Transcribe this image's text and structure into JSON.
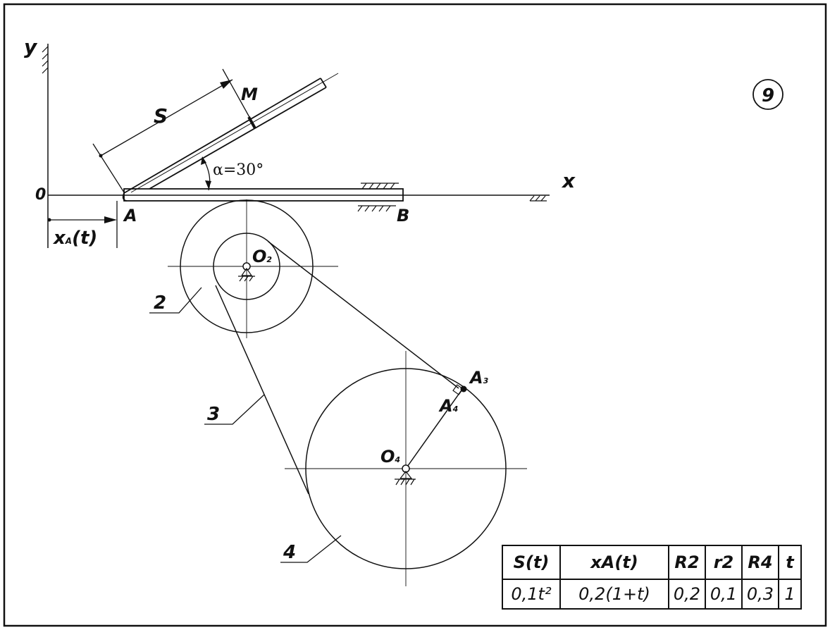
{
  "variant_number": "9",
  "labels": {
    "y_axis": "y",
    "x_axis": "x",
    "origin": "0",
    "point_A": "A",
    "point_B": "B",
    "point_M": "M",
    "distance_s": "S",
    "angle": "α=30°",
    "xA": "x",
    "xA_sub": "A",
    "xA_arg": "(t)",
    "O2": "O",
    "O2_sub": "2",
    "O4": "O",
    "O4_sub": "4",
    "A3": "A",
    "A3_sub": "3",
    "A4": "A",
    "A4_sub": "4",
    "body_2": "2",
    "body_3": "3",
    "body_4": "4"
  },
  "table": {
    "headers": [
      "S(t)",
      "xA(t)",
      "R2",
      "r2",
      "R4",
      "t"
    ],
    "values": [
      "0,1t²",
      "0,2(1+t)",
      "0,2",
      "0,1",
      "0,3",
      "1"
    ]
  }
}
